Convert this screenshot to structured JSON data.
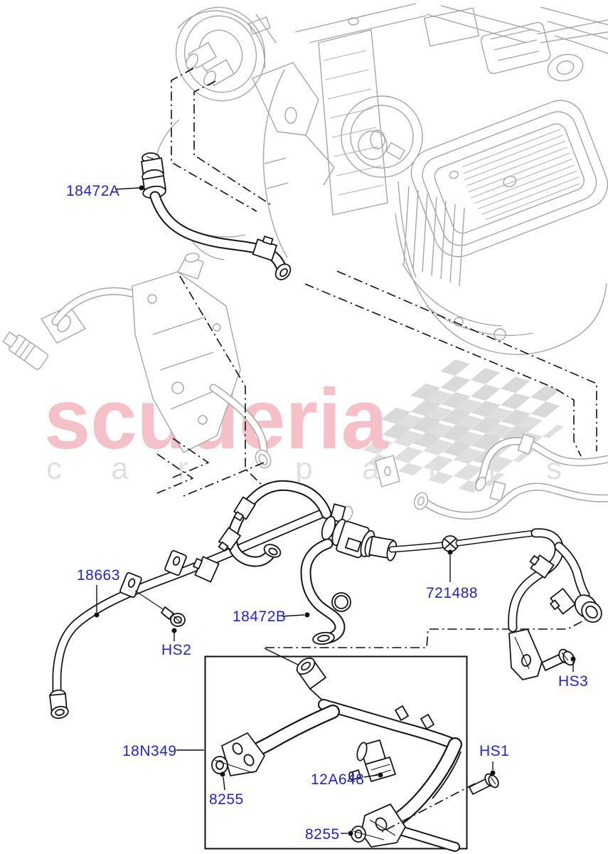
{
  "watermark": {
    "brand": "scuderia",
    "tagline": "car parts"
  },
  "callouts": [
    {
      "part": "18472A"
    },
    {
      "part": "18663"
    },
    {
      "part": "18472B"
    },
    {
      "part": "721488"
    },
    {
      "part": "HS2"
    },
    {
      "part": "HS3"
    },
    {
      "part": "18N349"
    },
    {
      "part": "12A648"
    },
    {
      "part": "HS1"
    },
    {
      "part": "8255"
    },
    {
      "part": "8255"
    }
  ],
  "colors": {
    "callout_text": "#2222dd",
    "watermark_brand": "#f5c0c8",
    "watermark_tagline": "#e0e0e0",
    "line_art_gray": "#a6a6a6",
    "line_art_ink": "#161616"
  }
}
